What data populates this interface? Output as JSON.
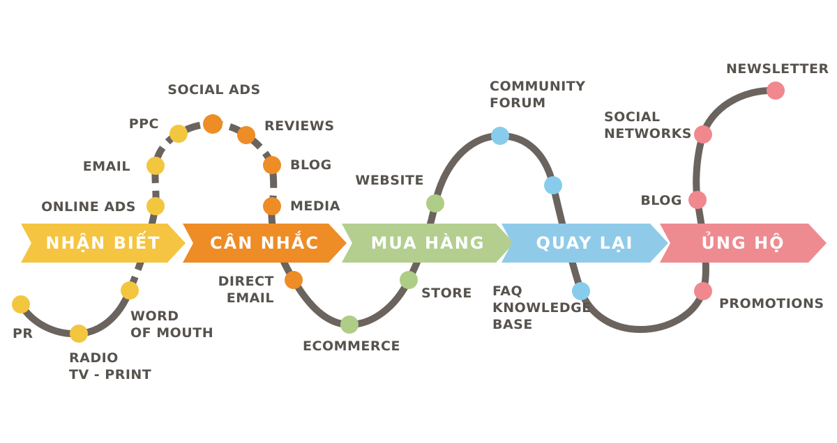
{
  "background": "#FFFFFF",
  "path_color": "#6B645E",
  "label_color": "#56524D",
  "stage_text_color": "#FFFFFF",
  "stages": [
    {
      "id": "awareness",
      "label": "NHẬN BIẾT",
      "color": "#F5C440"
    },
    {
      "id": "consideration",
      "label": "CÂN NHẮC",
      "color": "#EE8C26"
    },
    {
      "id": "purchase",
      "label": "MUA HÀNG",
      "color": "#B3CE8F"
    },
    {
      "id": "retention",
      "label": "QUAY LẠI",
      "color": "#8FCBE9"
    },
    {
      "id": "advocacy",
      "label": "ỦNG HỘ",
      "color": "#EE8B90"
    }
  ],
  "touchpoints": [
    {
      "id": "pr",
      "label": "PR",
      "color": "#F3C640"
    },
    {
      "id": "radio-tv-print",
      "label": "RADIO\nTV - PRINT",
      "color": "#F3C640"
    },
    {
      "id": "word-of-mouth",
      "label": "WORD\nOF MOUTH",
      "color": "#F3C640"
    },
    {
      "id": "online-ads",
      "label": "ONLINE ADS",
      "color": "#F3C640"
    },
    {
      "id": "email",
      "label": "EMAIL",
      "color": "#F3C640"
    },
    {
      "id": "ppc",
      "label": "PPC",
      "color": "#F3C640"
    },
    {
      "id": "social-ads",
      "label": "SOCIAL ADS",
      "color": "#EE8C26"
    },
    {
      "id": "reviews",
      "label": "REVIEWS",
      "color": "#EE8C26"
    },
    {
      "id": "blog-consideration",
      "label": "BLOG",
      "color": "#EE8C26"
    },
    {
      "id": "media",
      "label": "MEDIA",
      "color": "#EE8C26"
    },
    {
      "id": "direct-email",
      "label": "DIRECT\nEMAIL",
      "color": "#EE8C26"
    },
    {
      "id": "ecommerce",
      "label": "ECOMMERCE",
      "color": "#AECD86"
    },
    {
      "id": "store",
      "label": "STORE",
      "color": "#AECD86"
    },
    {
      "id": "website",
      "label": "WEBSITE",
      "color": "#AECD86"
    },
    {
      "id": "community-forum",
      "label": "COMMUNITY\nFORUM",
      "color": "#87CCEC"
    },
    {
      "id": "retention-mid",
      "label": "",
      "color": "#87CCEC"
    },
    {
      "id": "faq-knowledge-base",
      "label": "FAQ\nKNOWLEDGE\nBASE",
      "color": "#87CCEC"
    },
    {
      "id": "promotions",
      "label": "PROMOTIONS",
      "color": "#F0888E"
    },
    {
      "id": "blog-advocacy",
      "label": "BLOG",
      "color": "#F0888E"
    },
    {
      "id": "social-networks",
      "label": "SOCIAL\nNETWORKS",
      "color": "#F0888E"
    },
    {
      "id": "newsletter",
      "label": "NEWSLETTER",
      "color": "#F0888E"
    }
  ]
}
